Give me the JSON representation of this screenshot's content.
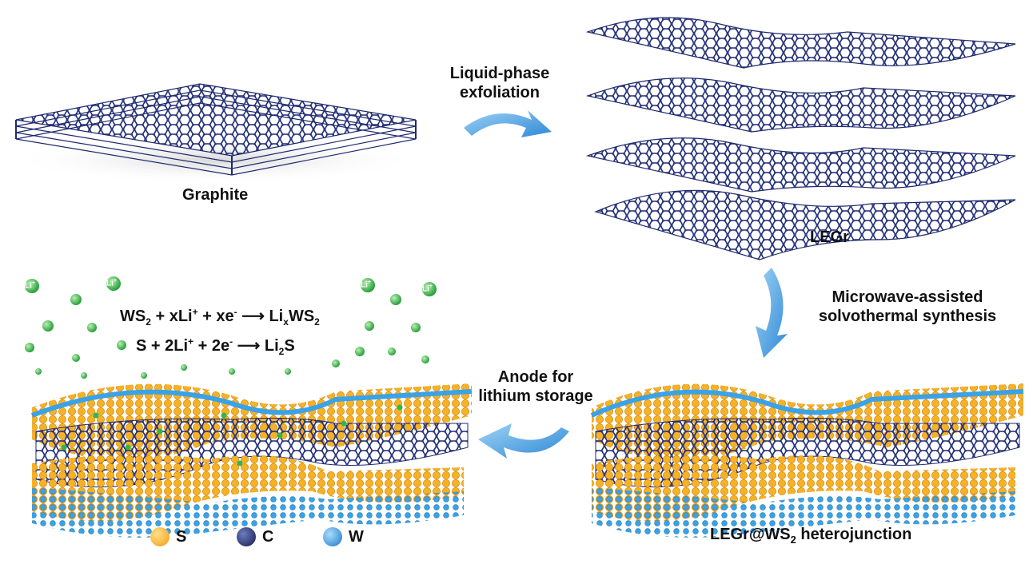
{
  "labels": {
    "graphite": "Graphite",
    "legr": "LEGr",
    "step1_line1": "Liquid-phase",
    "step1_line2": "exfoliation",
    "step2_line1": "Microwave-assisted",
    "step2_line2": "solvothermal synthesis",
    "step3_line1": "Anode for",
    "step3_line2": "lithium storage",
    "hetero_prefix": "LEGr@WS",
    "hetero_sub": "2",
    "hetero_suffix": " heterojunction"
  },
  "equations": {
    "eq1": {
      "a": "WS",
      "a_sub": "2",
      "b": "+ xLi",
      "b_sup": "+",
      "c": "+ xe",
      "c_sup": "-",
      "arrow": "⟶",
      "d": "Li",
      "d_sub": "x",
      "e": "WS",
      "e_sub": "2"
    },
    "eq2": {
      "a": "S + 2Li",
      "a_sup": "+",
      "b": "+ 2e",
      "b_sup": "-",
      "arrow": "⟶",
      "c": "Li",
      "c_sub": "2",
      "d": "S"
    }
  },
  "li_ion_label": "Li",
  "li_ion_sup": "+",
  "legend": [
    {
      "symbol": "S",
      "color": "#f5a623"
    },
    {
      "symbol": "C",
      "color": "#1f2a5e"
    },
    {
      "symbol": "W",
      "color": "#2e9be0"
    }
  ],
  "colors": {
    "carbon": "#1f2a6e",
    "sulfur": "#f6b226",
    "tungsten": "#3aa2e6",
    "lithium": "#2fb84a",
    "arrow": "#4aa8e6"
  }
}
